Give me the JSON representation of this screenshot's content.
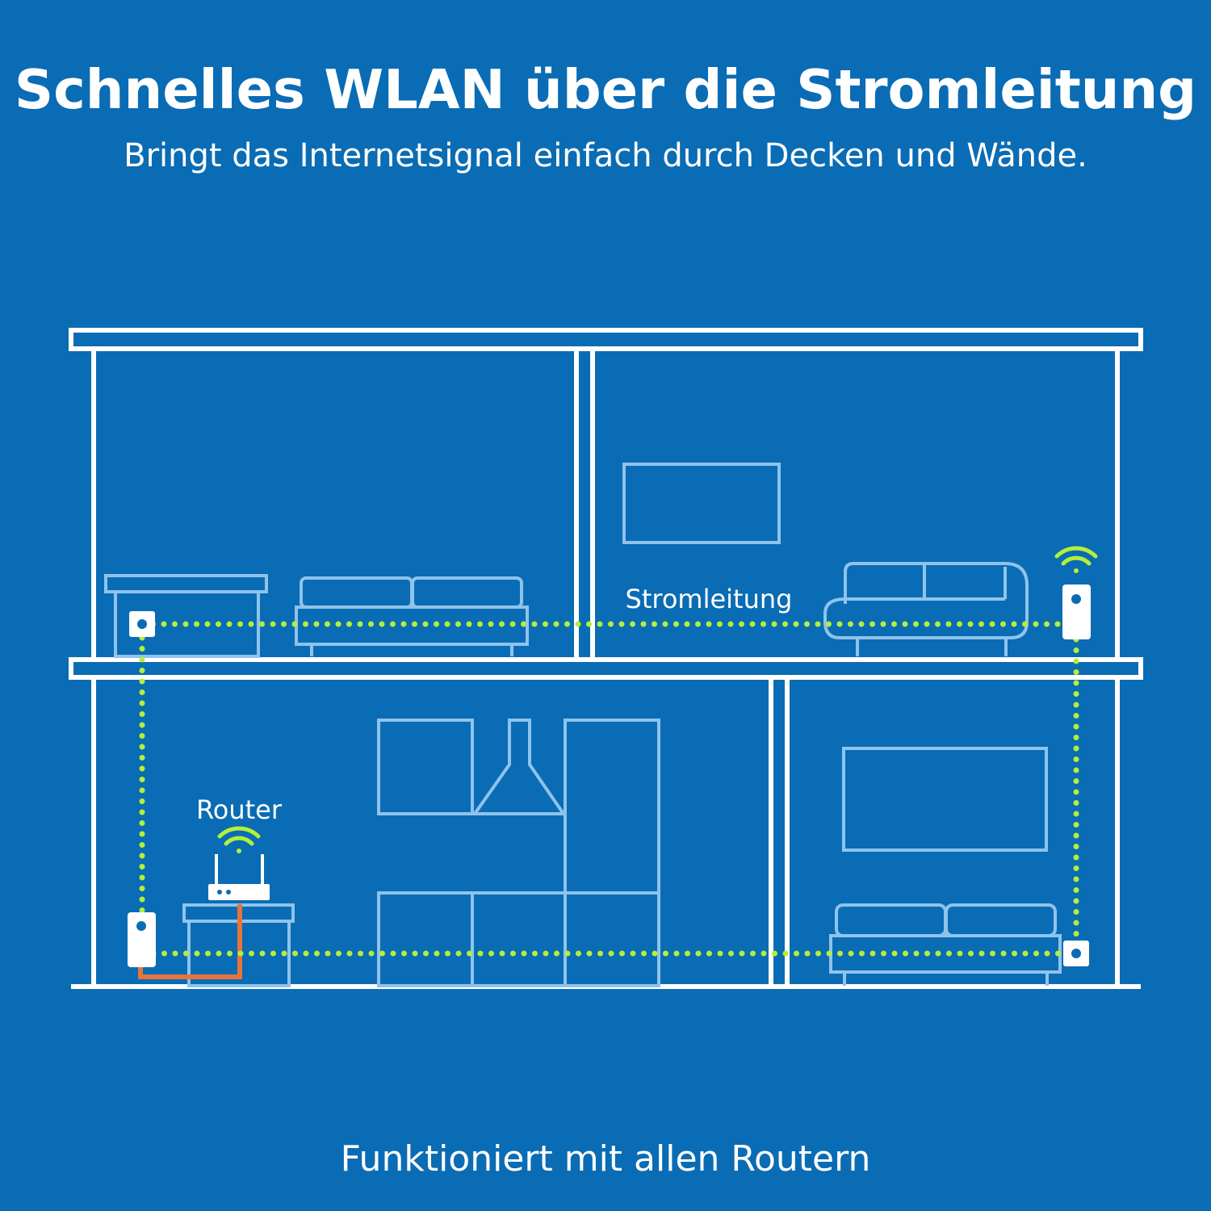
{
  "title": "Schnelles WLAN über die Stromleitung",
  "subtitle": "Bringt das Internetsignal einfach durch Decken und Wände.",
  "footer": "Funktioniert mit allen Routern",
  "labels": {
    "powerline": "Stromleitung",
    "router": "Router"
  },
  "icons": [
    "wifi-icon",
    "router-icon",
    "powerline-adapter-icon",
    "sofa-icon",
    "tv-icon",
    "kitchen-icon"
  ],
  "colors": {
    "background": "#0a6cb4",
    "outline": "#ffffff",
    "furniture": "#8fc3ec",
    "signal": "#b5ee3b",
    "ethernet": "#e8743b"
  }
}
